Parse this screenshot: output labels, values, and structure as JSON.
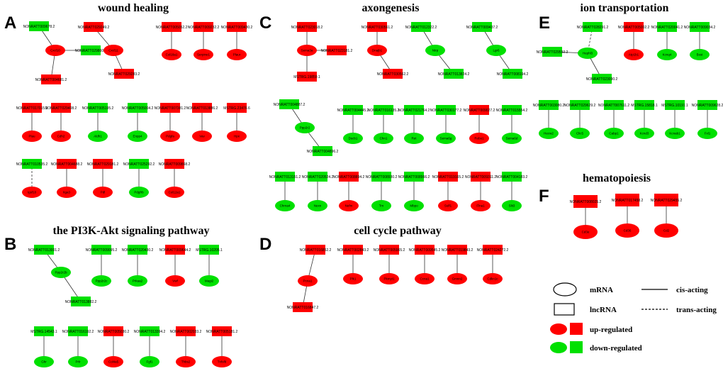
{
  "colors": {
    "up": "#ff0000",
    "down": "#00e000",
    "edge": "#333333"
  },
  "panels": [
    {
      "letter": "A",
      "title": "wound healing"
    },
    {
      "letter": "B",
      "title": "the PI3K-Akt signaling pathway"
    },
    {
      "letter": "C",
      "title": "axongenesis"
    },
    {
      "letter": "D",
      "title": "cell cycle pathway"
    },
    {
      "letter": "E",
      "title": "ion transportation"
    },
    {
      "letter": "F",
      "title": "hematopoiesis"
    }
  ],
  "legend": {
    "mrna": "mRNA",
    "lncrna": "lncRNA",
    "cis": "cis-acting",
    "trans": "trans-acting",
    "up": "up-regulated",
    "down": "down-regulated"
  },
  "nodes": [
    {
      "id": "a1",
      "t": "r",
      "c": "down",
      "label": "NONRATT009678.2"
    },
    {
      "id": "a2",
      "t": "e",
      "c": "up",
      "label": "Cxcl10"
    },
    {
      "id": "a3",
      "t": "r",
      "c": "down",
      "label": "NONRATT029860.2"
    },
    {
      "id": "a4",
      "t": "r",
      "c": "up",
      "label": "NONRATT004681.2"
    },
    {
      "id": "a5",
      "t": "r",
      "c": "up",
      "label": "NONRATT029249.2"
    },
    {
      "id": "a6",
      "t": "e",
      "c": "up",
      "label": "Cxcl11"
    },
    {
      "id": "a7",
      "t": "r",
      "c": "up",
      "label": "NONRATT029283.2"
    },
    {
      "id": "a8",
      "t": "r",
      "c": "up",
      "label": "NONRATT005052.2"
    },
    {
      "id": "a9",
      "t": "e",
      "c": "up",
      "label": "Col18a1"
    },
    {
      "id": "a10",
      "t": "r",
      "c": "up",
      "label": "NONRATT009232.2"
    },
    {
      "id": "a11",
      "t": "e",
      "c": "up",
      "label": "Serpine1"
    },
    {
      "id": "a12",
      "t": "r",
      "c": "up",
      "label": "NONRATT009430.2"
    },
    {
      "id": "a13",
      "t": "e",
      "c": "up",
      "label": "Plaur"
    },
    {
      "id": "a14",
      "t": "r",
      "c": "up",
      "label": "NONRATT017015.2"
    },
    {
      "id": "a15",
      "t": "e",
      "c": "up",
      "label": "Plau"
    },
    {
      "id": "a16",
      "t": "r",
      "c": "up",
      "label": "NONRATT029408.2"
    },
    {
      "id": "a17",
      "t": "e",
      "c": "up",
      "label": "Cdh2"
    },
    {
      "id": "a18",
      "t": "r",
      "c": "down",
      "label": "NONRATT005195.2"
    },
    {
      "id": "a19",
      "t": "e",
      "c": "down",
      "label": "Aldh1"
    },
    {
      "id": "a20",
      "t": "r",
      "c": "down",
      "label": "NONRATT005004.2"
    },
    {
      "id": "a21",
      "t": "e",
      "c": "down",
      "label": "Enpp4"
    },
    {
      "id": "a22",
      "t": "r",
      "c": "up",
      "label": "NONRATT007381.2"
    },
    {
      "id": "a23",
      "t": "e",
      "c": "up",
      "label": "Pdgfa"
    },
    {
      "id": "a24",
      "t": "r",
      "c": "up",
      "label": "NONRATT013886.2"
    },
    {
      "id": "a25",
      "t": "e",
      "c": "up",
      "label": "Vav"
    },
    {
      "id": "a26",
      "t": "r",
      "c": "up",
      "label": "MSTRG.23476.6"
    },
    {
      "id": "a27",
      "t": "e",
      "c": "up",
      "label": "Hpx"
    },
    {
      "id": "a28",
      "t": "r",
      "c": "down",
      "label": "NONRATT010535.2"
    },
    {
      "id": "a29",
      "t": "e",
      "c": "up",
      "label": "Igsf10"
    },
    {
      "id": "a30",
      "t": "r",
      "c": "up",
      "label": "NONRATT004688.2"
    },
    {
      "id": "a31",
      "t": "e",
      "c": "up",
      "label": "Itga3"
    },
    {
      "id": "a32",
      "t": "r",
      "c": "up",
      "label": "NONRATT029181.2"
    },
    {
      "id": "a33",
      "t": "e",
      "c": "up",
      "label": "Pdl"
    },
    {
      "id": "a34",
      "t": "r",
      "c": "down",
      "label": "NONRATT025292.2"
    },
    {
      "id": "a35",
      "t": "e",
      "c": "down",
      "label": "Pdgfrb"
    },
    {
      "id": "a36",
      "t": "r",
      "c": "up",
      "label": "NONRATT009868.2"
    },
    {
      "id": "a37",
      "t": "e",
      "c": "up",
      "label": "Col12a1"
    },
    {
      "id": "b1",
      "t": "r",
      "c": "down",
      "label": "NONRATT013001.2"
    },
    {
      "id": "b2",
      "t": "e",
      "c": "down",
      "label": "Ppp2r2b"
    },
    {
      "id": "b3",
      "t": "r",
      "c": "down",
      "label": "NONRATT013882.2"
    },
    {
      "id": "b4",
      "t": "r",
      "c": "down",
      "label": "NONRATT009095.2"
    },
    {
      "id": "b5",
      "t": "e",
      "c": "down",
      "label": "Ppp2r2c"
    },
    {
      "id": "b6",
      "t": "r",
      "c": "down",
      "label": "NONRATT020430.2"
    },
    {
      "id": "b7",
      "t": "e",
      "c": "down",
      "label": "Prkaa2"
    },
    {
      "id": "b8",
      "t": "r",
      "c": "up",
      "label": "NONRATT009644.2"
    },
    {
      "id": "b9",
      "t": "e",
      "c": "up",
      "label": "Vwf"
    },
    {
      "id": "b10",
      "t": "r",
      "c": "down",
      "label": "MSTRG.10205.1"
    },
    {
      "id": "b11",
      "t": "e",
      "c": "down",
      "label": "Magi2"
    },
    {
      "id": "b12",
      "t": "r",
      "c": "down",
      "label": "MSTRG.14543.1"
    },
    {
      "id": "b13",
      "t": "e",
      "c": "down",
      "label": "Ghr"
    },
    {
      "id": "b14",
      "t": "r",
      "c": "down",
      "label": "NONRATT016192.2"
    },
    {
      "id": "b15",
      "t": "e",
      "c": "down",
      "label": "Prlr"
    },
    {
      "id": "b16",
      "t": "r",
      "c": "up",
      "label": "NONRATT005030.2"
    },
    {
      "id": "b17",
      "t": "e",
      "c": "up",
      "label": "Col4a5"
    },
    {
      "id": "b18",
      "t": "r",
      "c": "down",
      "label": "NONRATT013394.2"
    },
    {
      "id": "b19",
      "t": "e",
      "c": "down",
      "label": "Fgf1"
    },
    {
      "id": "b20",
      "t": "r",
      "c": "up",
      "label": "NONRATT002033.2"
    },
    {
      "id": "b21",
      "t": "e",
      "c": "up",
      "label": "Thbs2"
    },
    {
      "id": "b22",
      "t": "r",
      "c": "up",
      "label": "NONRATT005181.2"
    },
    {
      "id": "b23",
      "t": "e",
      "c": "up",
      "label": "Tnfsf8"
    },
    {
      "id": "c1",
      "t": "r",
      "c": "up",
      "label": "NONRATT023018.2"
    },
    {
      "id": "c2",
      "t": "e",
      "c": "up",
      "label": "Sema3a"
    },
    {
      "id": "c3",
      "t": "r",
      "c": "up",
      "label": "NONRATT023181.2"
    },
    {
      "id": "c4",
      "t": "r",
      "c": "up",
      "label": "MSTRG.19859.1"
    },
    {
      "id": "c5",
      "t": "r",
      "c": "up",
      "label": "NONRATT030561.2"
    },
    {
      "id": "c6",
      "t": "e",
      "c": "up",
      "label": "Dnajb1"
    },
    {
      "id": "c7",
      "t": "r",
      "c": "up",
      "label": "NONRATT030562.2"
    },
    {
      "id": "c8",
      "t": "r",
      "c": "down",
      "label": "NONRATT012322.2"
    },
    {
      "id": "c9",
      "t": "e",
      "c": "down",
      "label": "Ntrp"
    },
    {
      "id": "c10",
      "t": "r",
      "c": "down",
      "label": "NONRATT013824.2"
    },
    {
      "id": "c11",
      "t": "r",
      "c": "down",
      "label": "NONRATT009437.2"
    },
    {
      "id": "c12",
      "t": "e",
      "c": "down",
      "label": "Lgr6"
    },
    {
      "id": "c13",
      "t": "r",
      "c": "down",
      "label": "NONRATT008194.2"
    },
    {
      "id": "c14",
      "t": "r",
      "c": "down",
      "label": "NONRATT004887.2"
    },
    {
      "id": "c15",
      "t": "e",
      "c": "down",
      "label": "Ppp2r2"
    },
    {
      "id": "c16",
      "t": "r",
      "c": "down",
      "label": "NONRATT004896.2"
    },
    {
      "id": "c17",
      "t": "r",
      "c": "down",
      "label": "NONRATT004445.2"
    },
    {
      "id": "c18",
      "t": "e",
      "c": "down",
      "label": "Dscb1"
    },
    {
      "id": "c19",
      "t": "r",
      "c": "down",
      "label": "NONRATT016135.2"
    },
    {
      "id": "c20",
      "t": "e",
      "c": "down",
      "label": "Chn1"
    },
    {
      "id": "c21",
      "t": "r",
      "c": "down",
      "label": "NONRATT021764.2"
    },
    {
      "id": "c22",
      "t": "e",
      "c": "down",
      "label": "Ret"
    },
    {
      "id": "c23",
      "t": "r",
      "c": "down",
      "label": "NONRATT030177.2"
    },
    {
      "id": "c24",
      "t": "e",
      "c": "down",
      "label": "Sema6g"
    },
    {
      "id": "c25",
      "t": "r",
      "c": "up",
      "label": "NONRATT009027.2"
    },
    {
      "id": "c26",
      "t": "e",
      "c": "up",
      "label": "Robo1"
    },
    {
      "id": "c27",
      "t": "r",
      "c": "down",
      "label": "NONRATT015554.2"
    },
    {
      "id": "c28",
      "t": "e",
      "c": "down",
      "label": "Sema6d"
    },
    {
      "id": "c29",
      "t": "r",
      "c": "down",
      "label": "NONRATT013151.2"
    },
    {
      "id": "c30",
      "t": "e",
      "c": "down",
      "label": "Chrna4"
    },
    {
      "id": "c31",
      "t": "r",
      "c": "down",
      "label": "NONRATT020524.2"
    },
    {
      "id": "c32",
      "t": "e",
      "c": "down",
      "label": "Nexn"
    },
    {
      "id": "c33",
      "t": "r",
      "c": "up",
      "label": "NONRATT008894.2"
    },
    {
      "id": "c34",
      "t": "e",
      "c": "up",
      "label": "Nefm"
    },
    {
      "id": "c35",
      "t": "r",
      "c": "down",
      "label": "NONRATT008930.2"
    },
    {
      "id": "c36",
      "t": "e",
      "c": "down",
      "label": "Trn"
    },
    {
      "id": "c37",
      "t": "r",
      "c": "down",
      "label": "NONRATT008966.2"
    },
    {
      "id": "c38",
      "t": "e",
      "c": "down",
      "label": "Mbpo"
    },
    {
      "id": "c39",
      "t": "r",
      "c": "up",
      "label": "NONRATT019165.2"
    },
    {
      "id": "c40",
      "t": "e",
      "c": "up",
      "label": "Sulf1"
    },
    {
      "id": "c41",
      "t": "r",
      "c": "up",
      "label": "NONRATT009311.2"
    },
    {
      "id": "c42",
      "t": "e",
      "c": "up",
      "label": "Flna1"
    },
    {
      "id": "c43",
      "t": "r",
      "c": "down",
      "label": "NONRATT004183.2"
    },
    {
      "id": "c44",
      "t": "e",
      "c": "down",
      "label": "Slit3"
    },
    {
      "id": "d1",
      "t": "r",
      "c": "up",
      "label": "NONRATT016852.2"
    },
    {
      "id": "d2",
      "t": "e",
      "c": "up",
      "label": "Pcna1"
    },
    {
      "id": "d3",
      "t": "r",
      "c": "up",
      "label": "NONRATT016847.2"
    },
    {
      "id": "d4",
      "t": "r",
      "c": "up",
      "label": "NONRATT002843.2"
    },
    {
      "id": "d5",
      "t": "e",
      "c": "up",
      "label": "Plk1"
    },
    {
      "id": "d6",
      "t": "r",
      "c": "up",
      "label": "NONRATT005965.2"
    },
    {
      "id": "d7",
      "t": "e",
      "c": "up",
      "label": "Pkmyt1"
    },
    {
      "id": "d8",
      "t": "r",
      "c": "up",
      "label": "NONRATT009545.2"
    },
    {
      "id": "d9",
      "t": "e",
      "c": "up",
      "label": "Ccna1"
    },
    {
      "id": "d10",
      "t": "r",
      "c": "up",
      "label": "NONRATT019843.2"
    },
    {
      "id": "d11",
      "t": "e",
      "c": "up",
      "label": "Gmnn2"
    },
    {
      "id": "d12",
      "t": "r",
      "c": "up",
      "label": "NONRATT024272.2"
    },
    {
      "id": "d13",
      "t": "e",
      "c": "up",
      "label": "Cdkn1c"
    },
    {
      "id": "e1",
      "t": "r",
      "c": "down",
      "label": "NONRATT028291.2"
    },
    {
      "id": "e2",
      "t": "e",
      "c": "down",
      "label": "Hephl3"
    },
    {
      "id": "e3",
      "t": "r",
      "c": "down",
      "label": "NONRATT029592.2"
    },
    {
      "id": "e4",
      "t": "r",
      "c": "down",
      "label": "NONRATT023090.2"
    },
    {
      "id": "e5",
      "t": "r",
      "c": "up",
      "label": "NONRATT005002.2"
    },
    {
      "id": "e6",
      "t": "e",
      "c": "up",
      "label": "Atp1b1"
    },
    {
      "id": "e7",
      "t": "r",
      "c": "down",
      "label": "NONRATT020041.2"
    },
    {
      "id": "e8",
      "t": "e",
      "c": "down",
      "label": "Kcnq4"
    },
    {
      "id": "e9",
      "t": "r",
      "c": "down",
      "label": "NONRATT009034.2"
    },
    {
      "id": "e10",
      "t": "e",
      "c": "down",
      "label": "Bsst"
    },
    {
      "id": "e11",
      "t": "r",
      "c": "down",
      "label": "NONRATT003080.2"
    },
    {
      "id": "e12",
      "t": "e",
      "c": "down",
      "label": "Hecw2"
    },
    {
      "id": "e13",
      "t": "r",
      "c": "down",
      "label": "NONRATT029629.2"
    },
    {
      "id": "e14",
      "t": "e",
      "c": "down",
      "label": "Clic5"
    },
    {
      "id": "e15",
      "t": "r",
      "c": "down",
      "label": "NONRATT007611.2"
    },
    {
      "id": "e16",
      "t": "e",
      "c": "down",
      "label": "Cabp1"
    },
    {
      "id": "e17",
      "t": "r",
      "c": "down",
      "label": "MSTRG.15818.1"
    },
    {
      "id": "e18",
      "t": "e",
      "c": "down",
      "label": "Kcnd3"
    },
    {
      "id": "e19",
      "t": "r",
      "c": "down",
      "label": "MSTRG.10191.1"
    },
    {
      "id": "e20",
      "t": "e",
      "c": "down",
      "label": "Kcnab1"
    },
    {
      "id": "e21",
      "t": "r",
      "c": "down",
      "label": "NONRATT009628.2"
    },
    {
      "id": "e22",
      "t": "e",
      "c": "down",
      "label": "Fxl1"
    },
    {
      "id": "f1",
      "t": "r",
      "c": "up",
      "label": "NONRATT008025.2"
    },
    {
      "id": "f2",
      "t": "e",
      "c": "up",
      "label": "Cd3e"
    },
    {
      "id": "f3",
      "t": "r",
      "c": "up",
      "label": "NONRATT017458.2"
    },
    {
      "id": "f4",
      "t": "e",
      "c": "up",
      "label": "Cd36"
    },
    {
      "id": "f5",
      "t": "r",
      "c": "up",
      "label": "NONRATT029455.2"
    },
    {
      "id": "f6",
      "t": "e",
      "c": "up",
      "label": "Cd2"
    }
  ],
  "edges": [
    [
      "a1",
      "a2",
      "cis"
    ],
    [
      "a3",
      "a2",
      "cis"
    ],
    [
      "a2",
      "a4",
      "cis"
    ],
    [
      "a5",
      "a6",
      "cis"
    ],
    [
      "a6",
      "a7",
      "cis"
    ],
    [
      "a8",
      "a9",
      "cis"
    ],
    [
      "a10",
      "a11",
      "cis"
    ],
    [
      "a12",
      "a13",
      "cis"
    ],
    [
      "a14",
      "a15",
      "cis"
    ],
    [
      "a16",
      "a17",
      "cis"
    ],
    [
      "a18",
      "a19",
      "cis"
    ],
    [
      "a20",
      "a21",
      "cis"
    ],
    [
      "a22",
      "a23",
      "cis"
    ],
    [
      "a24",
      "a25",
      "cis"
    ],
    [
      "a26",
      "a27",
      "cis"
    ],
    [
      "a28",
      "a29",
      "trans"
    ],
    [
      "a30",
      "a31",
      "cis"
    ],
    [
      "a32",
      "a33",
      "cis"
    ],
    [
      "a34",
      "a35",
      "cis"
    ],
    [
      "a36",
      "a37",
      "cis"
    ],
    [
      "b1",
      "b2",
      "cis"
    ],
    [
      "b2",
      "b3",
      "cis"
    ],
    [
      "b4",
      "b5",
      "cis"
    ],
    [
      "b6",
      "b7",
      "cis"
    ],
    [
      "b8",
      "b9",
      "cis"
    ],
    [
      "b10",
      "b11",
      "cis"
    ],
    [
      "b12",
      "b13",
      "cis"
    ],
    [
      "b14",
      "b15",
      "cis"
    ],
    [
      "b16",
      "b17",
      "cis"
    ],
    [
      "b18",
      "b19",
      "cis"
    ],
    [
      "b20",
      "b21",
      "cis"
    ],
    [
      "b22",
      "b23",
      "cis"
    ],
    [
      "c1",
      "c2",
      "cis"
    ],
    [
      "c2",
      "c3",
      "cis"
    ],
    [
      "c2",
      "c4",
      "cis"
    ],
    [
      "c5",
      "c6",
      "cis"
    ],
    [
      "c6",
      "c7",
      "cis"
    ],
    [
      "c8",
      "c9",
      "cis"
    ],
    [
      "c9",
      "c10",
      "cis"
    ],
    [
      "c11",
      "c12",
      "cis"
    ],
    [
      "c12",
      "c13",
      "cis"
    ],
    [
      "c14",
      "c15",
      "cis"
    ],
    [
      "c15",
      "c16",
      "cis"
    ],
    [
      "c17",
      "c18",
      "cis"
    ],
    [
      "c19",
      "c20",
      "cis"
    ],
    [
      "c21",
      "c22",
      "cis"
    ],
    [
      "c23",
      "c24",
      "cis"
    ],
    [
      "c25",
      "c26",
      "cis"
    ],
    [
      "c27",
      "c28",
      "cis"
    ],
    [
      "c29",
      "c30",
      "cis"
    ],
    [
      "c31",
      "c32",
      "cis"
    ],
    [
      "c33",
      "c34",
      "cis"
    ],
    [
      "c35",
      "c36",
      "cis"
    ],
    [
      "c37",
      "c38",
      "cis"
    ],
    [
      "c39",
      "c40",
      "cis"
    ],
    [
      "c41",
      "c42",
      "cis"
    ],
    [
      "c43",
      "c44",
      "cis"
    ],
    [
      "d1",
      "d2",
      "cis"
    ],
    [
      "d2",
      "d3",
      "cis"
    ],
    [
      "d4",
      "d5",
      "cis"
    ],
    [
      "d6",
      "d7",
      "cis"
    ],
    [
      "d8",
      "d9",
      "cis"
    ],
    [
      "d10",
      "d11",
      "cis"
    ],
    [
      "d12",
      "d13",
      "cis"
    ],
    [
      "e1",
      "e2",
      "trans"
    ],
    [
      "e3",
      "e2",
      "cis"
    ],
    [
      "e2",
      "e4",
      "cis"
    ],
    [
      "e5",
      "e6",
      "cis"
    ],
    [
      "e7",
      "e8",
      "cis"
    ],
    [
      "e9",
      "e10",
      "cis"
    ],
    [
      "e11",
      "e12",
      "cis"
    ],
    [
      "e13",
      "e14",
      "cis"
    ],
    [
      "e15",
      "e16",
      "cis"
    ],
    [
      "e17",
      "e18",
      "cis"
    ],
    [
      "e19",
      "e20",
      "cis"
    ],
    [
      "e21",
      "e22",
      "cis"
    ],
    [
      "f1",
      "f2",
      "cis"
    ],
    [
      "f3",
      "f4",
      "cis"
    ],
    [
      "f5",
      "f6",
      "cis"
    ]
  ]
}
